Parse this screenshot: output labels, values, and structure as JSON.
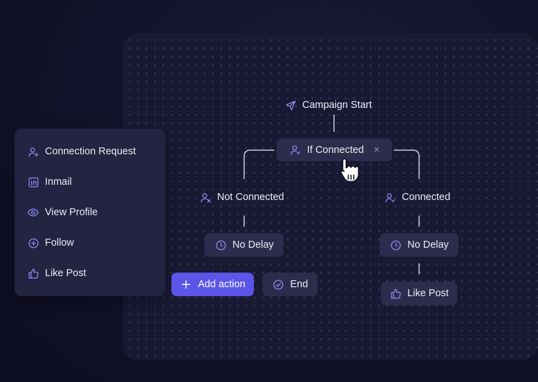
{
  "colors": {
    "background": "#12122a",
    "canvas": "#191934",
    "panel": "#232342",
    "node": "#2c2c4d",
    "accent": "#5b55e8",
    "icon": "#8f8cf4",
    "wire": "#cfd0e6"
  },
  "sidebar": {
    "items": [
      {
        "label": "Connection Request",
        "icon": "user-plus-icon"
      },
      {
        "label": "Inmail",
        "icon": "linkedin-icon"
      },
      {
        "label": "View Profile",
        "icon": "eye-icon"
      },
      {
        "label": "Follow",
        "icon": "plus-circle-icon"
      },
      {
        "label": "Like Post",
        "icon": "thumbs-up-icon"
      }
    ]
  },
  "flow": {
    "start": {
      "label": "Campaign Start",
      "icon": "send-icon"
    },
    "condition": {
      "label": "If Connected",
      "icon": "user-check-icon",
      "close": "×"
    },
    "left_branch": {
      "label": "Not Connected",
      "delay": "No Delay",
      "add_action": "Add action",
      "end": "End"
    },
    "right_branch": {
      "label": "Connected",
      "delay": "No Delay",
      "action": "Like Post"
    }
  }
}
